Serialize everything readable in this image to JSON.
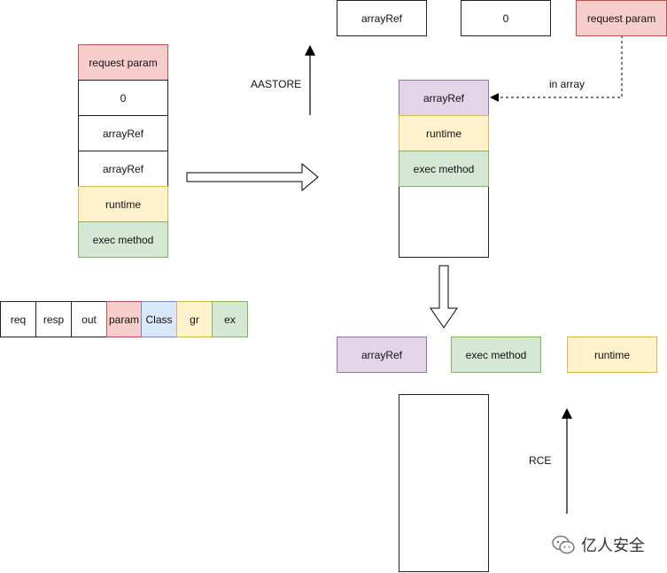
{
  "left_stack": [
    "request param",
    "0",
    "arrayRef",
    "arrayRef",
    "runtime",
    "exec method"
  ],
  "bottom_row": [
    "req",
    "resp",
    "out",
    "param",
    "Class",
    "gr",
    "ex"
  ],
  "top_row": [
    "arrayRef",
    "0",
    "request param"
  ],
  "mid_stack": [
    "arrayRef",
    "runtime",
    "exec method"
  ],
  "result_row": [
    "arrayRef",
    "exec method",
    "runtime"
  ],
  "labels": {
    "aastore": "AASTORE",
    "in_array": "in array",
    "rce": "RCE"
  },
  "brand": "亿人安全",
  "colors": {
    "pink": "#f8cecc",
    "purple": "#e1d5e7",
    "yellow": "#fff2cc",
    "green": "#d5e8d4",
    "blue": "#dae8fc"
  }
}
